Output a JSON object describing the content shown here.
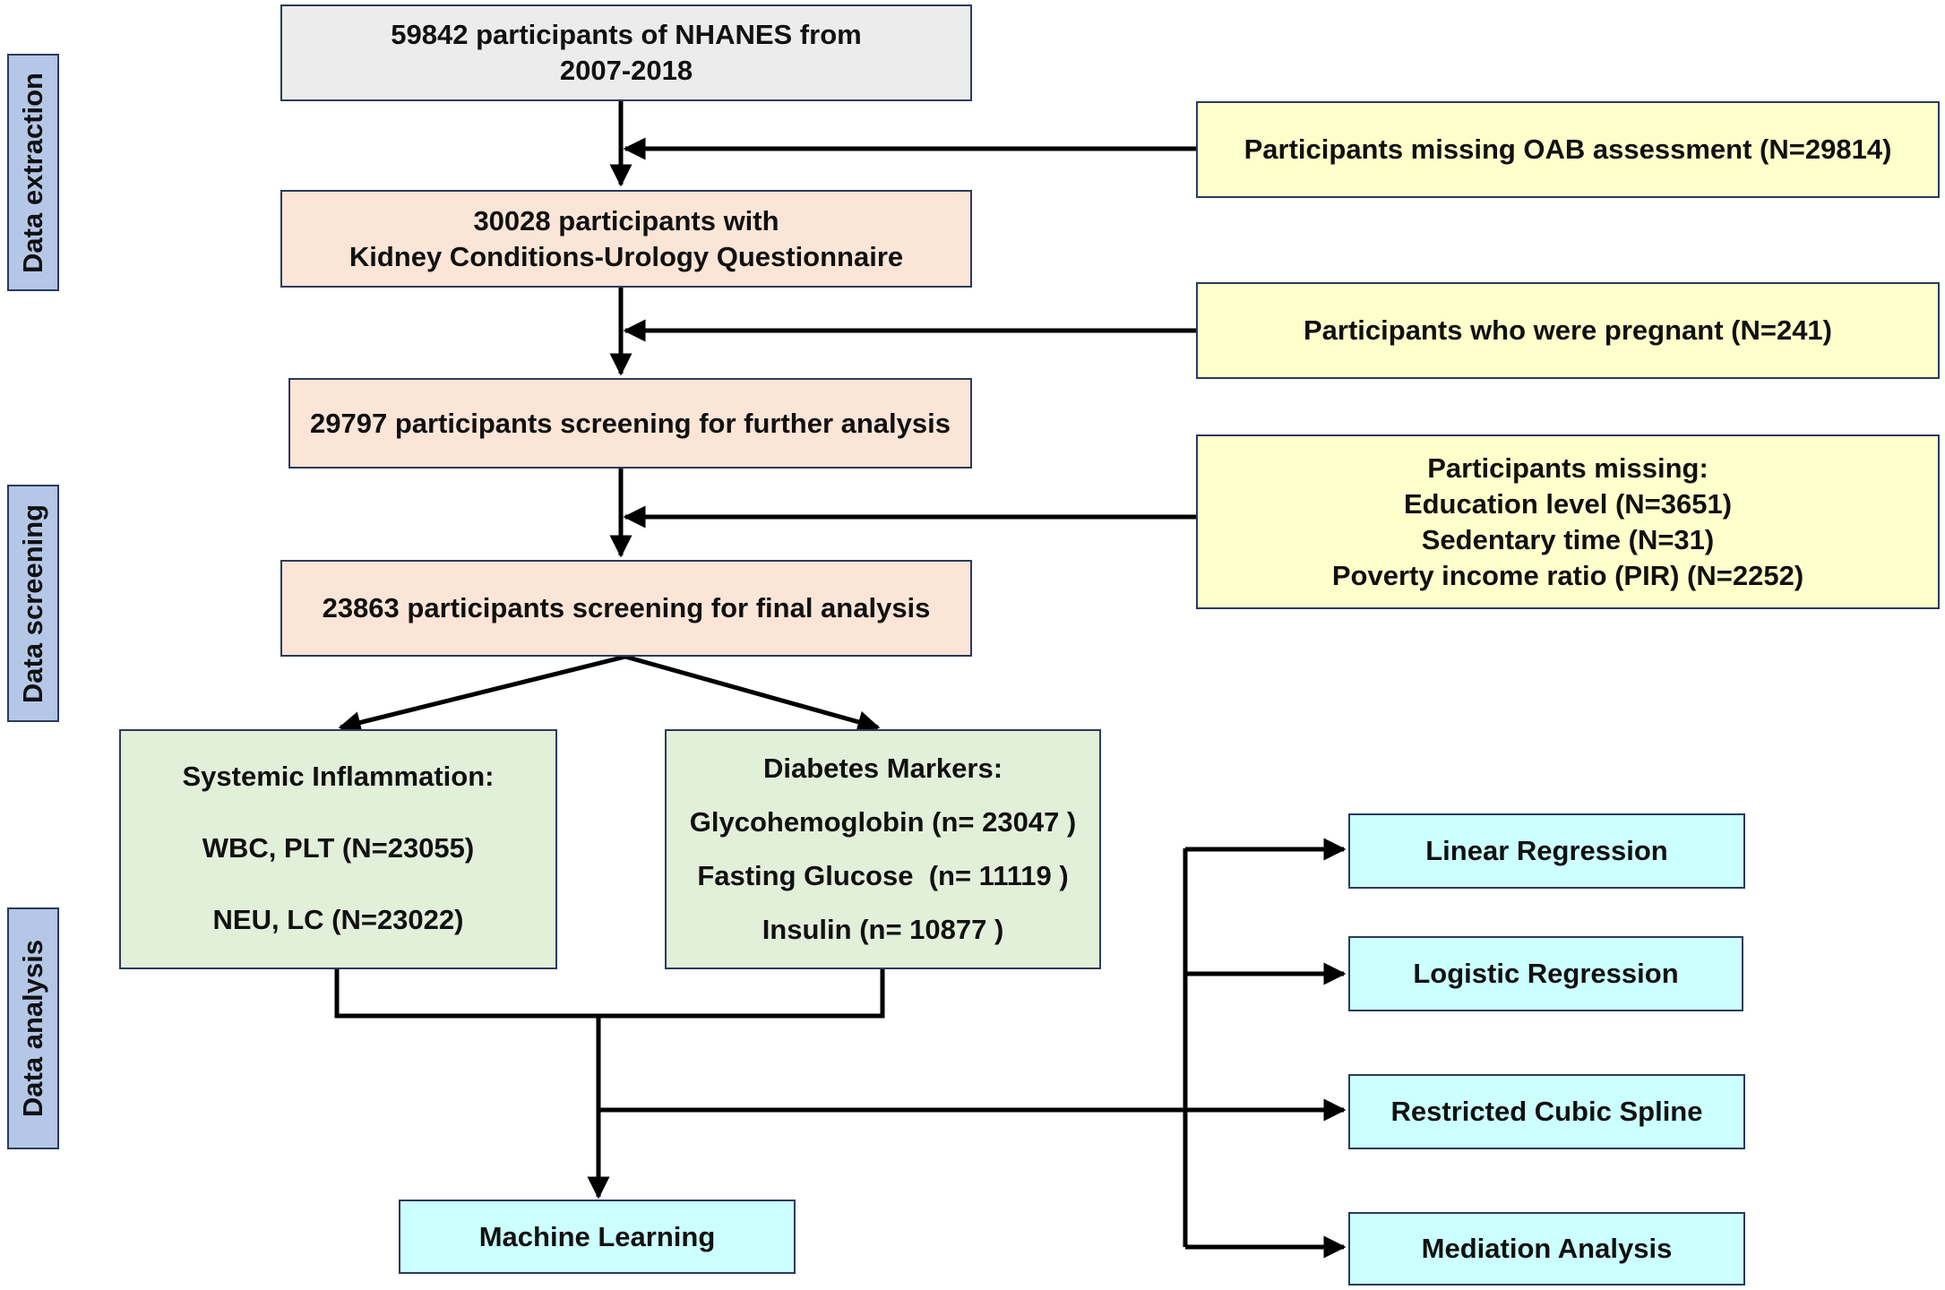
{
  "side_labels": {
    "extraction": "Data extraction",
    "screening": "Data screening",
    "analysis": "Data analysis"
  },
  "main_flow": {
    "box1": [
      "59842 participants of NHANES from",
      "2007-2018"
    ],
    "box2": [
      "30028 participants with",
      "Kidney Conditions-Urology Questionnaire"
    ],
    "box3": "29797 participants screening for further analysis",
    "box4": "23863 participants screening for final analysis"
  },
  "exclusions": {
    "oab": "Participants missing OAB assessment (N=29814)",
    "pregnant": "Participants who were pregnant (N=241)",
    "missing": [
      "Participants missing:",
      "Education level (N=3651)",
      "Sedentary time (N=31)",
      "Poverty income ratio (PIR) (N=2252)"
    ]
  },
  "groups": {
    "inflammation": {
      "title": "Systemic Inflammation:",
      "items": [
        "WBC, PLT (N=23055)",
        "NEU, LC (N=23022)"
      ]
    },
    "diabetes": {
      "title": "Diabetes Markers:",
      "items": [
        "Glycohemoglobin (n= 23047 )",
        "Fasting Glucose  (n= 11119 )",
        "Insulin (n= 10877 )"
      ]
    }
  },
  "analyses": {
    "machine_learning": "Machine Learning",
    "linear": "Linear Regression",
    "logistic": "Logistic Regression",
    "spline": "Restricted Cubic Spline",
    "mediation": "Mediation Analysis"
  },
  "colors": {
    "gray": "#ececec",
    "peach": "#fbe5d6",
    "yellow": "#ffffcc",
    "green": "#e2efd9",
    "cyan": "#ccffff",
    "side_label": "#b4c7e7",
    "border": "#2b3b5c",
    "arrow": "#000000"
  }
}
